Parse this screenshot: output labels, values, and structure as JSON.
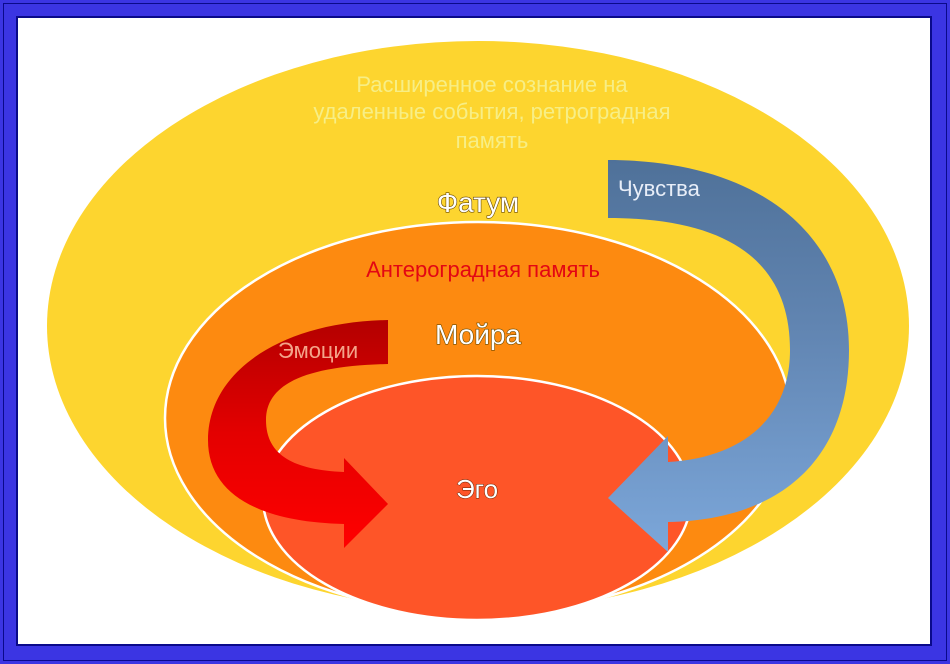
{
  "outer_ellipse": {
    "caption_lines": [
      "Расширенное сознание на",
      "удаленные события, ретроградная",
      "память"
    ],
    "title": "Фатум",
    "color": "#fdd52f"
  },
  "middle_ellipse": {
    "caption": "Антероградная память",
    "title": "Мойра",
    "color": "#fd8a10"
  },
  "inner_ellipse": {
    "title": "Эго",
    "color": "#fe5528"
  },
  "arrows": {
    "feelings": {
      "label": "Чувства",
      "color_dark": "#5b7da6",
      "color_light": "#7aa6d8"
    },
    "emotions": {
      "label": "Эмоции",
      "color_dark": "#c40000",
      "color_light": "#ff0000"
    }
  },
  "frame": {
    "border_color": "#3b35e3",
    "background": "#ffffff"
  }
}
